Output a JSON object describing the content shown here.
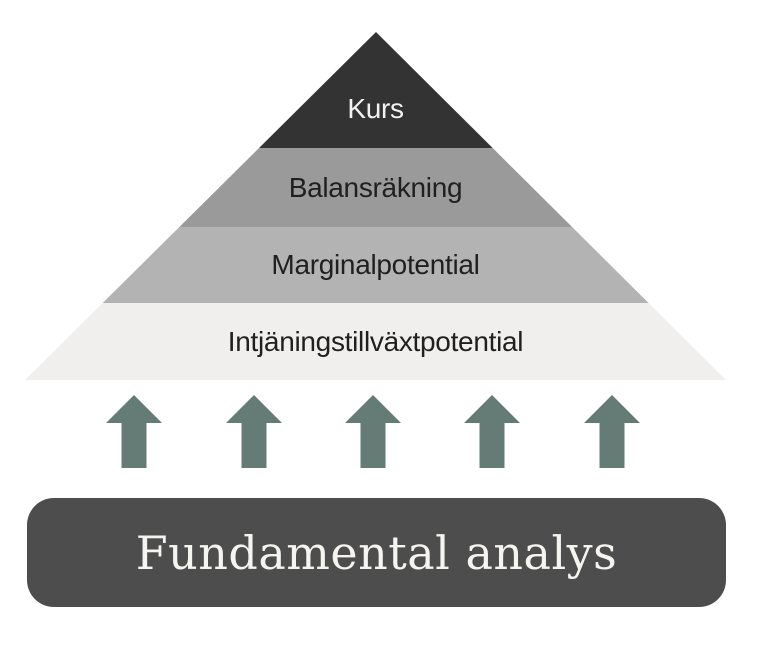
{
  "diagram": {
    "type": "pyramid-infographic",
    "background": "#ffffff"
  },
  "pyramid": {
    "levels": [
      {
        "label": "Kurs",
        "fill": "#333333",
        "text_color": "#f2f2f2"
      },
      {
        "label": "Balansräkning",
        "fill": "#9a9a9a",
        "text_color": "#202020"
      },
      {
        "label": "Marginalpotential",
        "fill": "#b3b3b3",
        "text_color": "#202020"
      },
      {
        "label": "Intjäningstillväxtpotential",
        "fill": "#f0efee",
        "text_color": "#202020"
      }
    ]
  },
  "arrows": {
    "count": 5,
    "direction": "up",
    "color": "#647c75",
    "icon": "up-arrow"
  },
  "base_box": {
    "label": "Fundamental analys",
    "fill": "#4d4d4d",
    "text_color": "#f6f4f1"
  }
}
